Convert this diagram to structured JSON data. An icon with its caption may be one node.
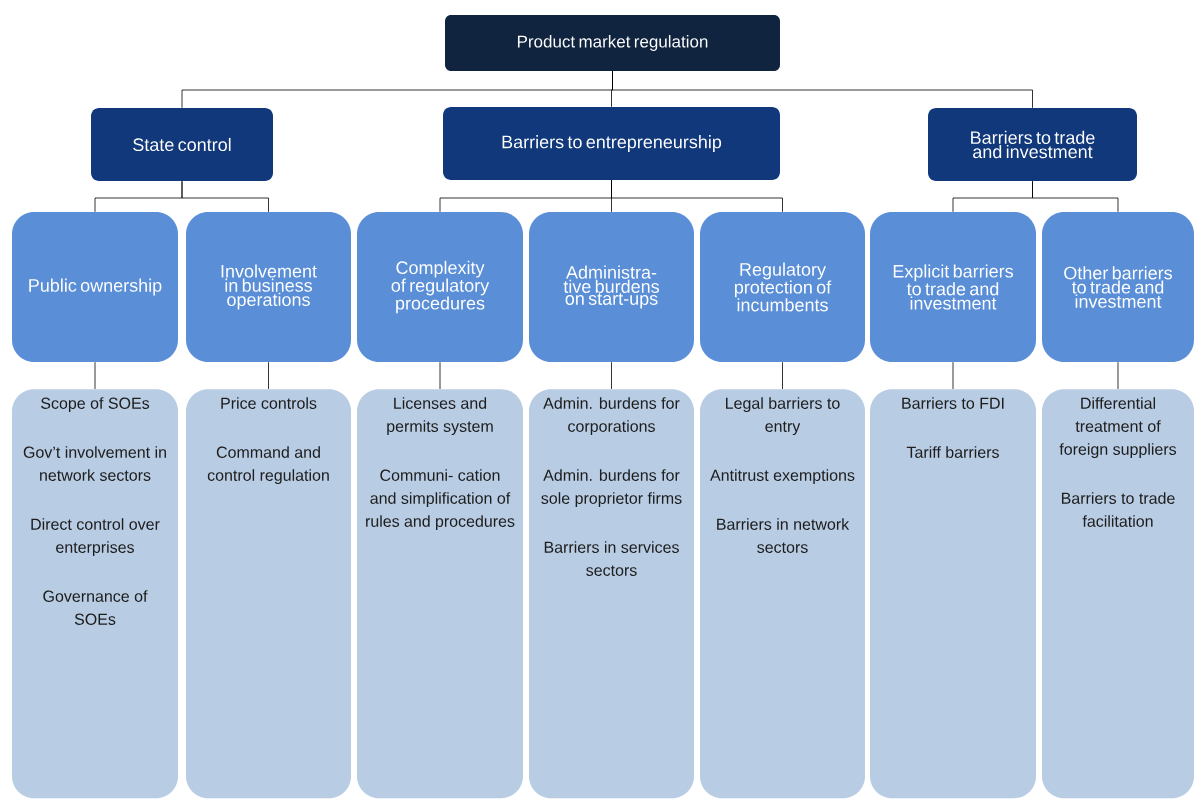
{
  "diagram": {
    "nodes": [
      {
        "text": [
          "Product market regulation"
        ]
      },
      {
        "text": [
          "State control"
        ]
      },
      {
        "text": [
          "Barriers to entrepreneurship"
        ]
      },
      {
        "text": [
          "Barriers to trade and investment"
        ]
      },
      {
        "text": [
          "Public ownership"
        ]
      },
      {
        "text": [
          "Involvement in business operations"
        ]
      },
      {
        "text": [
          "Complexity of regulatory procedures"
        ]
      },
      {
        "text": [
          "Administra-tive burdens on start-ups"
        ]
      },
      {
        "text": [
          "Regulatory protection of incumbents"
        ]
      },
      {
        "text": [
          "Explicit barriers to trade and investment"
        ]
      },
      {
        "text": [
          "Other barriers to trade and investment"
        ]
      },
      {
        "text": [
          "Scope of SOEs",
          "Gov’t involvement in network sectors",
          "Direct control over enterprises",
          "Governance of SOEs"
        ]
      },
      {
        "text": [
          "Price controls",
          "Command and control regulation"
        ]
      },
      {
        "text": [
          "Licenses and permits system",
          "Communi- cation and simplification of rules and procedures"
        ]
      },
      {
        "text": [
          "Admin. burdens for corporations",
          "Admin. burdens for sole proprietor firms",
          "Barriers in services sectors"
        ]
      },
      {
        "text": [
          "Legal barriers to entry",
          "Antitrust exemptions",
          "Barriers in network sectors"
        ]
      },
      {
        "text": [
          "Barriers to FDI",
          "Tariff barriers"
        ]
      },
      {
        "text": [
          "Differential treatment of foreign suppliers",
          "Barriers to trade facilitation"
        ]
      }
    ],
    "edges": [
      {
        "from": 0,
        "to": 1,
        "arrow": "none"
      },
      {
        "from": 0,
        "to": 2,
        "arrow": "none"
      },
      {
        "from": 0,
        "to": 3,
        "arrow": "none"
      },
      {
        "from": 1,
        "to": 4,
        "arrow": "none"
      },
      {
        "from": 1,
        "to": 5,
        "arrow": "none"
      },
      {
        "from": 2,
        "to": 6,
        "arrow": "none"
      },
      {
        "from": 2,
        "to": 7,
        "arrow": "none"
      },
      {
        "from": 2,
        "to": 8,
        "arrow": "none"
      },
      {
        "from": 3,
        "to": 9,
        "arrow": "none"
      },
      {
        "from": 3,
        "to": 10,
        "arrow": "none"
      },
      {
        "from": 4,
        "to": 11,
        "arrow": "none"
      },
      {
        "from": 5,
        "to": 12,
        "arrow": "none"
      },
      {
        "from": 6,
        "to": 13,
        "arrow": "none"
      },
      {
        "from": 7,
        "to": 14,
        "arrow": "none"
      },
      {
        "from": 8,
        "to": 15,
        "arrow": "none"
      },
      {
        "from": 9,
        "to": 16,
        "arrow": "none"
      },
      {
        "from": 10,
        "to": 17,
        "arrow": "none"
      }
    ]
  }
}
